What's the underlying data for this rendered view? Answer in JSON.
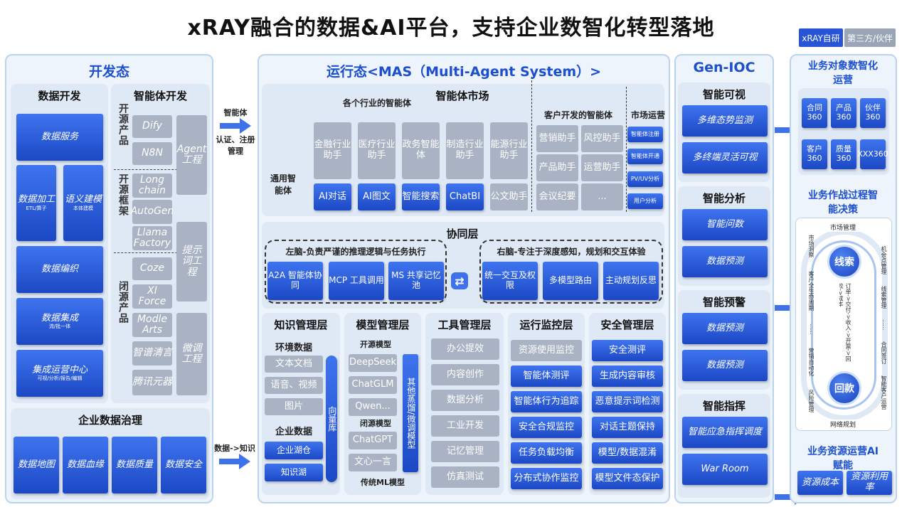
{
  "title": "xRAY融合的数据&AI平台，支持企业数智化转型落地",
  "legend": {
    "own": "xRAY自研",
    "third": "第三方/伙伴"
  },
  "dev": {
    "title": "开发态",
    "data_dev": "数据开发",
    "agent_dev": "智能体开发",
    "data_items": [
      {
        "t": "数据服务"
      },
      {
        "t": "数据加工",
        "s": "ETL/算子"
      },
      {
        "t": "语义建模",
        "s": "本体建模"
      },
      {
        "t": "数据编织"
      },
      {
        "t": "数据集成",
        "s": "流/批一体"
      },
      {
        "t": "集成运营中心",
        "s": "可视/分析/报告/编辑"
      }
    ],
    "open_product": "开源产品",
    "open_framework": "开源框架",
    "closed_product": "闭源产品",
    "agent_tools": [
      "Dify",
      "N8N",
      "Long chain",
      "AutoGen",
      "Llama Factory",
      "Coze",
      "XI Force",
      "Modle Arts",
      "智谱清言",
      "腾讯元器"
    ],
    "eng": [
      "Agent工程",
      "提示词工程",
      "微调工程"
    ],
    "gov_title": "企业数据治理",
    "gov_items": [
      "数据地图",
      "数据血缘",
      "数据质量",
      "数据安全"
    ]
  },
  "arrows": {
    "a1": "智能体",
    "a1b": "认证、注册管理",
    "a2": "数据->知识"
  },
  "run": {
    "title": "运行态<MAS（Multi-Agent System）>",
    "market": "智能体市场",
    "industry": "各个行业的智能体",
    "industry_items": [
      "金融行业助手",
      "医疗行业助手",
      "政务智能体",
      "制造行业助手",
      "能源行业助手"
    ],
    "general": "通用智能体",
    "general_items": [
      "AI对话",
      "AI图文",
      "智能搜索",
      "ChatBI",
      "公文助手"
    ],
    "customer": "客户开发的智能体",
    "customer_items": [
      "营销助手",
      "风控助手",
      "产品助手",
      "运营助手",
      "会议纪要",
      "..."
    ],
    "ops": "市场运营",
    "ops_items": [
      "智能体注册",
      "智能体开通",
      "PV/UV分析",
      "用户分析"
    ],
    "collab": "协同层",
    "left": "左脑-负责严谨的推理逻辑与任务执行",
    "left_items": [
      "A2A 智能体协同",
      "MCP 工具调用",
      "MS 共享记忆池"
    ],
    "right": "右脑-专注于深度感知，规划和交互体验",
    "right_items": [
      "统一交互及权限",
      "多模型路由",
      "主动规划反思"
    ],
    "km": "知识管理层",
    "env": "环境数据",
    "env_items": [
      "文本文档",
      "语音、视频",
      "图片"
    ],
    "ent": "企业数据",
    "ent_items": [
      "企业湖仓",
      "知识湖"
    ],
    "vec": "向量库",
    "mm": "模型管理层",
    "open_model": "开源模型",
    "open_models": [
      "DeepSeek",
      "ChatGLM",
      "Qwen..."
    ],
    "closed_model": "闭源模型",
    "closed_models": [
      "ChatGPT",
      "文心一言"
    ],
    "other": "其他蒸馏/微调模型",
    "ml": "传统ML模型",
    "tm": "工具管理层",
    "tools": [
      "办公提效",
      "内容创作",
      "数据分析",
      "工业开发",
      "记忆管理",
      "仿真测试"
    ],
    "rm": "运行监控层",
    "monitors": [
      "资源使用监控",
      "智能体测评",
      "智能体行为追踪",
      "安全合规监控",
      "任务负载均衡",
      "分布式协作监控"
    ],
    "sm": "安全管理层",
    "security": [
      "安全测评",
      "生成内容审核",
      "恶意提示词检测",
      "对话主题保持",
      "模型/数据混淆",
      "模型文件态保护"
    ]
  },
  "ioc": {
    "title": "Gen-IOC",
    "groups": [
      {
        "t": "智能可视",
        "items": [
          "多维态势监测",
          "多终端灵活可视"
        ]
      },
      {
        "t": "智能分析",
        "items": [
          "智能问数",
          "数据预测"
        ]
      },
      {
        "t": "智能预警",
        "items": [
          "数据预测",
          "数据预测"
        ]
      },
      {
        "t": "智能指挥",
        "items": [
          "智能应急指挥调度",
          "War Room"
        ]
      }
    ]
  },
  "biz": {
    "obj_title": "业务对象数智化运营",
    "objs": [
      "合同360",
      "产品360",
      "伙伴360",
      "客户360",
      "质量360",
      "XXX360"
    ],
    "proc_title": "业务作战过程智能决策",
    "market_mgmt": "市场管理",
    "net_plan": "网络规划",
    "lead": "线索",
    "payment": "回款",
    "flow": "订单->交付->收入->开票->回款->成本",
    "left_labels": [
      "市场洞察",
      "客户全生命周期",
      "......",
      "营销自动化",
      "风险管理"
    ],
    "right_labels": [
      "机会点管理",
      "线索管理",
      "......",
      "合同签订",
      "智能客户运营"
    ],
    "res_title": "业务资源运营AI赋能",
    "res_items": [
      "资源成本",
      "资源利用率"
    ]
  }
}
